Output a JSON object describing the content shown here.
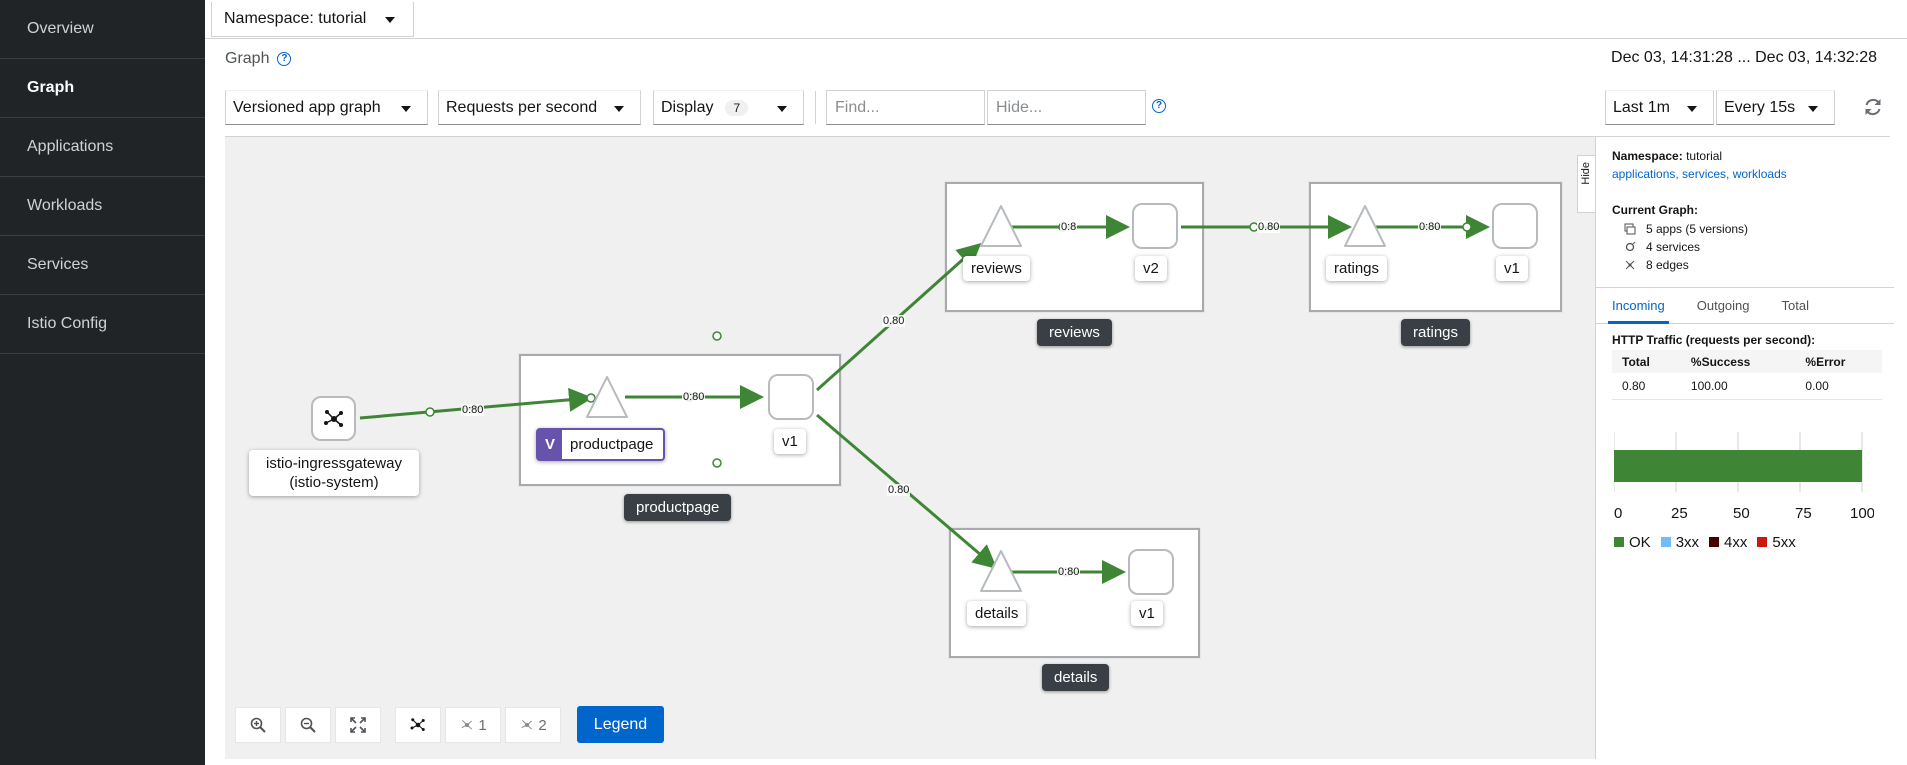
{
  "sidebar": {
    "items": [
      {
        "label": "Overview"
      },
      {
        "label": "Graph"
      },
      {
        "label": "Applications"
      },
      {
        "label": "Workloads"
      },
      {
        "label": "Services"
      },
      {
        "label": "Istio Config"
      }
    ],
    "active": "Graph"
  },
  "namespace_bar": {
    "label": "Namespace: tutorial"
  },
  "header": {
    "title": "Graph",
    "time_range": "Dec 03, 14:31:28 ... Dec 03, 14:32:28"
  },
  "toolbar": {
    "graph_type": "Versioned app graph",
    "edge_labels": "Requests per second",
    "display_label": "Display",
    "display_count": "7",
    "find_placeholder": "Find...",
    "hide_placeholder": "Hide...",
    "duration": "Last 1m",
    "refresh_interval": "Every 15s"
  },
  "graph": {
    "gateway": {
      "name": "istio-ingressgateway",
      "namespace": "(istio-system)"
    },
    "apps": {
      "productpage": {
        "app_label": "productpage",
        "version": "v1",
        "box_label": "productpage"
      },
      "reviews": {
        "app_label": "reviews",
        "version": "v2",
        "box_label": "reviews"
      },
      "ratings": {
        "app_label": "ratings",
        "version": "v1",
        "box_label": "ratings"
      },
      "details": {
        "app_label": "details",
        "version": "v1",
        "box_label": "details"
      }
    },
    "edge_labels": {
      "gateway_to_productpage": "0:80",
      "productpage_inner": "0:80",
      "productpage_to_reviews": "0.80",
      "reviews_inner": "0:8",
      "reviews_to_ratings": "0.80",
      "ratings_inner": "0:80",
      "productpage_to_details": "0.80",
      "details_inner": "0:80"
    },
    "edge_color": "#3e8635"
  },
  "zoom_controls": {
    "layout_1": "1",
    "layout_2": "2",
    "legend_button": "Legend"
  },
  "hide_tab": {
    "label": "Hide"
  },
  "side_panel": {
    "namespace_label": "Namespace:",
    "namespace_value": "tutorial",
    "namespace_links": "applications, services, workloads",
    "current_graph_label": "Current Graph:",
    "apps_stat": "5 apps (5 versions)",
    "services_stat": "4 services",
    "edges_stat": "8 edges",
    "tabs": [
      "Incoming",
      "Outgoing",
      "Total"
    ],
    "active_tab": "Incoming",
    "http_traffic_title": "HTTP Traffic (requests per second):",
    "table": {
      "headers": [
        "Total",
        "%Success",
        "%Error"
      ],
      "rows": [
        [
          "0.80",
          "100.00",
          "0.00"
        ]
      ]
    },
    "chart_ticks": [
      "0",
      "25",
      "50",
      "75",
      "100"
    ],
    "chart_ok_value": 100,
    "legend": [
      {
        "label": "OK",
        "color": "#3e8635"
      },
      {
        "label": "3xx",
        "color": "#73bcf7"
      },
      {
        "label": "4xx",
        "color": "#470000"
      },
      {
        "label": "5xx",
        "color": "#c9190b"
      }
    ]
  }
}
